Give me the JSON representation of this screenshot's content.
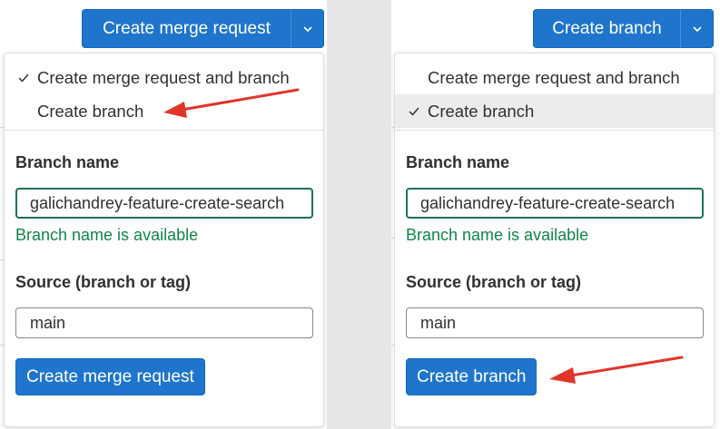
{
  "left": {
    "split_button_label": "Create merge request",
    "menu_items": [
      {
        "label": "Create merge request and branch",
        "checked": true
      },
      {
        "label": "Create branch",
        "checked": false
      }
    ],
    "branch_name_label": "Branch name",
    "branch_name_value": "galichandrey-feature-create-search",
    "branch_status": "Branch name is available",
    "source_label": "Source (branch or tag)",
    "source_value": "main",
    "submit_label": "Create merge request"
  },
  "right": {
    "split_button_label": "Create branch",
    "menu_items": [
      {
        "label": "Create merge request and branch",
        "checked": false
      },
      {
        "label": "Create branch",
        "checked": true
      }
    ],
    "branch_name_label": "Branch name",
    "branch_name_value": "galichandrey-feature-create-search",
    "branch_status": "Branch name is available",
    "source_label": "Source (branch or tag)",
    "source_value": "main",
    "submit_label": "Create branch"
  },
  "colors": {
    "primary": "#1f75cb",
    "success": "#108548",
    "annotation": "#e2352a",
    "active_item": "#ececef"
  },
  "icons": {
    "toggle": "chevron-down-icon",
    "check": "check-icon",
    "annotation": "red-arrow-icon"
  }
}
